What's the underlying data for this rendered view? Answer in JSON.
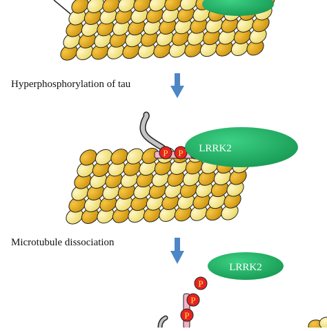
{
  "steps": {
    "step1": "Hyperphosphorylation of tau",
    "step2": "Microtubule dissociation"
  },
  "lrrk2_label": "LRRK2",
  "phospho_label": "P",
  "colors": {
    "tubulin_light": "#f0e27a",
    "tubulin_dark": "#e0a814",
    "outline": "#222222",
    "lrrk2_fill": "#22b36a",
    "phospho_fill": "#e8231f",
    "phospho_text": "#ffe25a",
    "linker": "#f2b3c8",
    "arrow": "#4e86c6",
    "tau": "#bdbdbd"
  }
}
